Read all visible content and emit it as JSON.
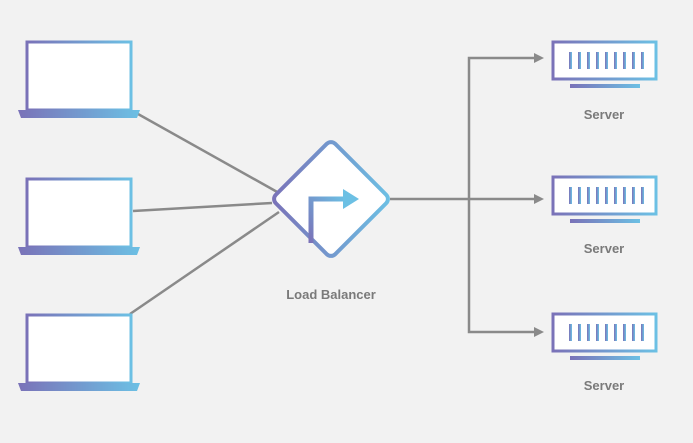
{
  "diagram": {
    "colors": {
      "background": "#f2f2f2",
      "connector": "#8a8a8a",
      "gradient_start": "#7a72b8",
      "gradient_end": "#6cc0e4",
      "label": "#7a7a7a"
    },
    "clients": [
      {
        "icon": "laptop-icon"
      },
      {
        "icon": "laptop-icon"
      },
      {
        "icon": "laptop-icon"
      }
    ],
    "load_balancer": {
      "label": "Load Balancer",
      "icon": "route-arrow-icon"
    },
    "servers": [
      {
        "label": "Server",
        "icon": "server-rack-icon"
      },
      {
        "label": "Server",
        "icon": "server-rack-icon"
      },
      {
        "label": "Server",
        "icon": "server-rack-icon"
      }
    ]
  }
}
